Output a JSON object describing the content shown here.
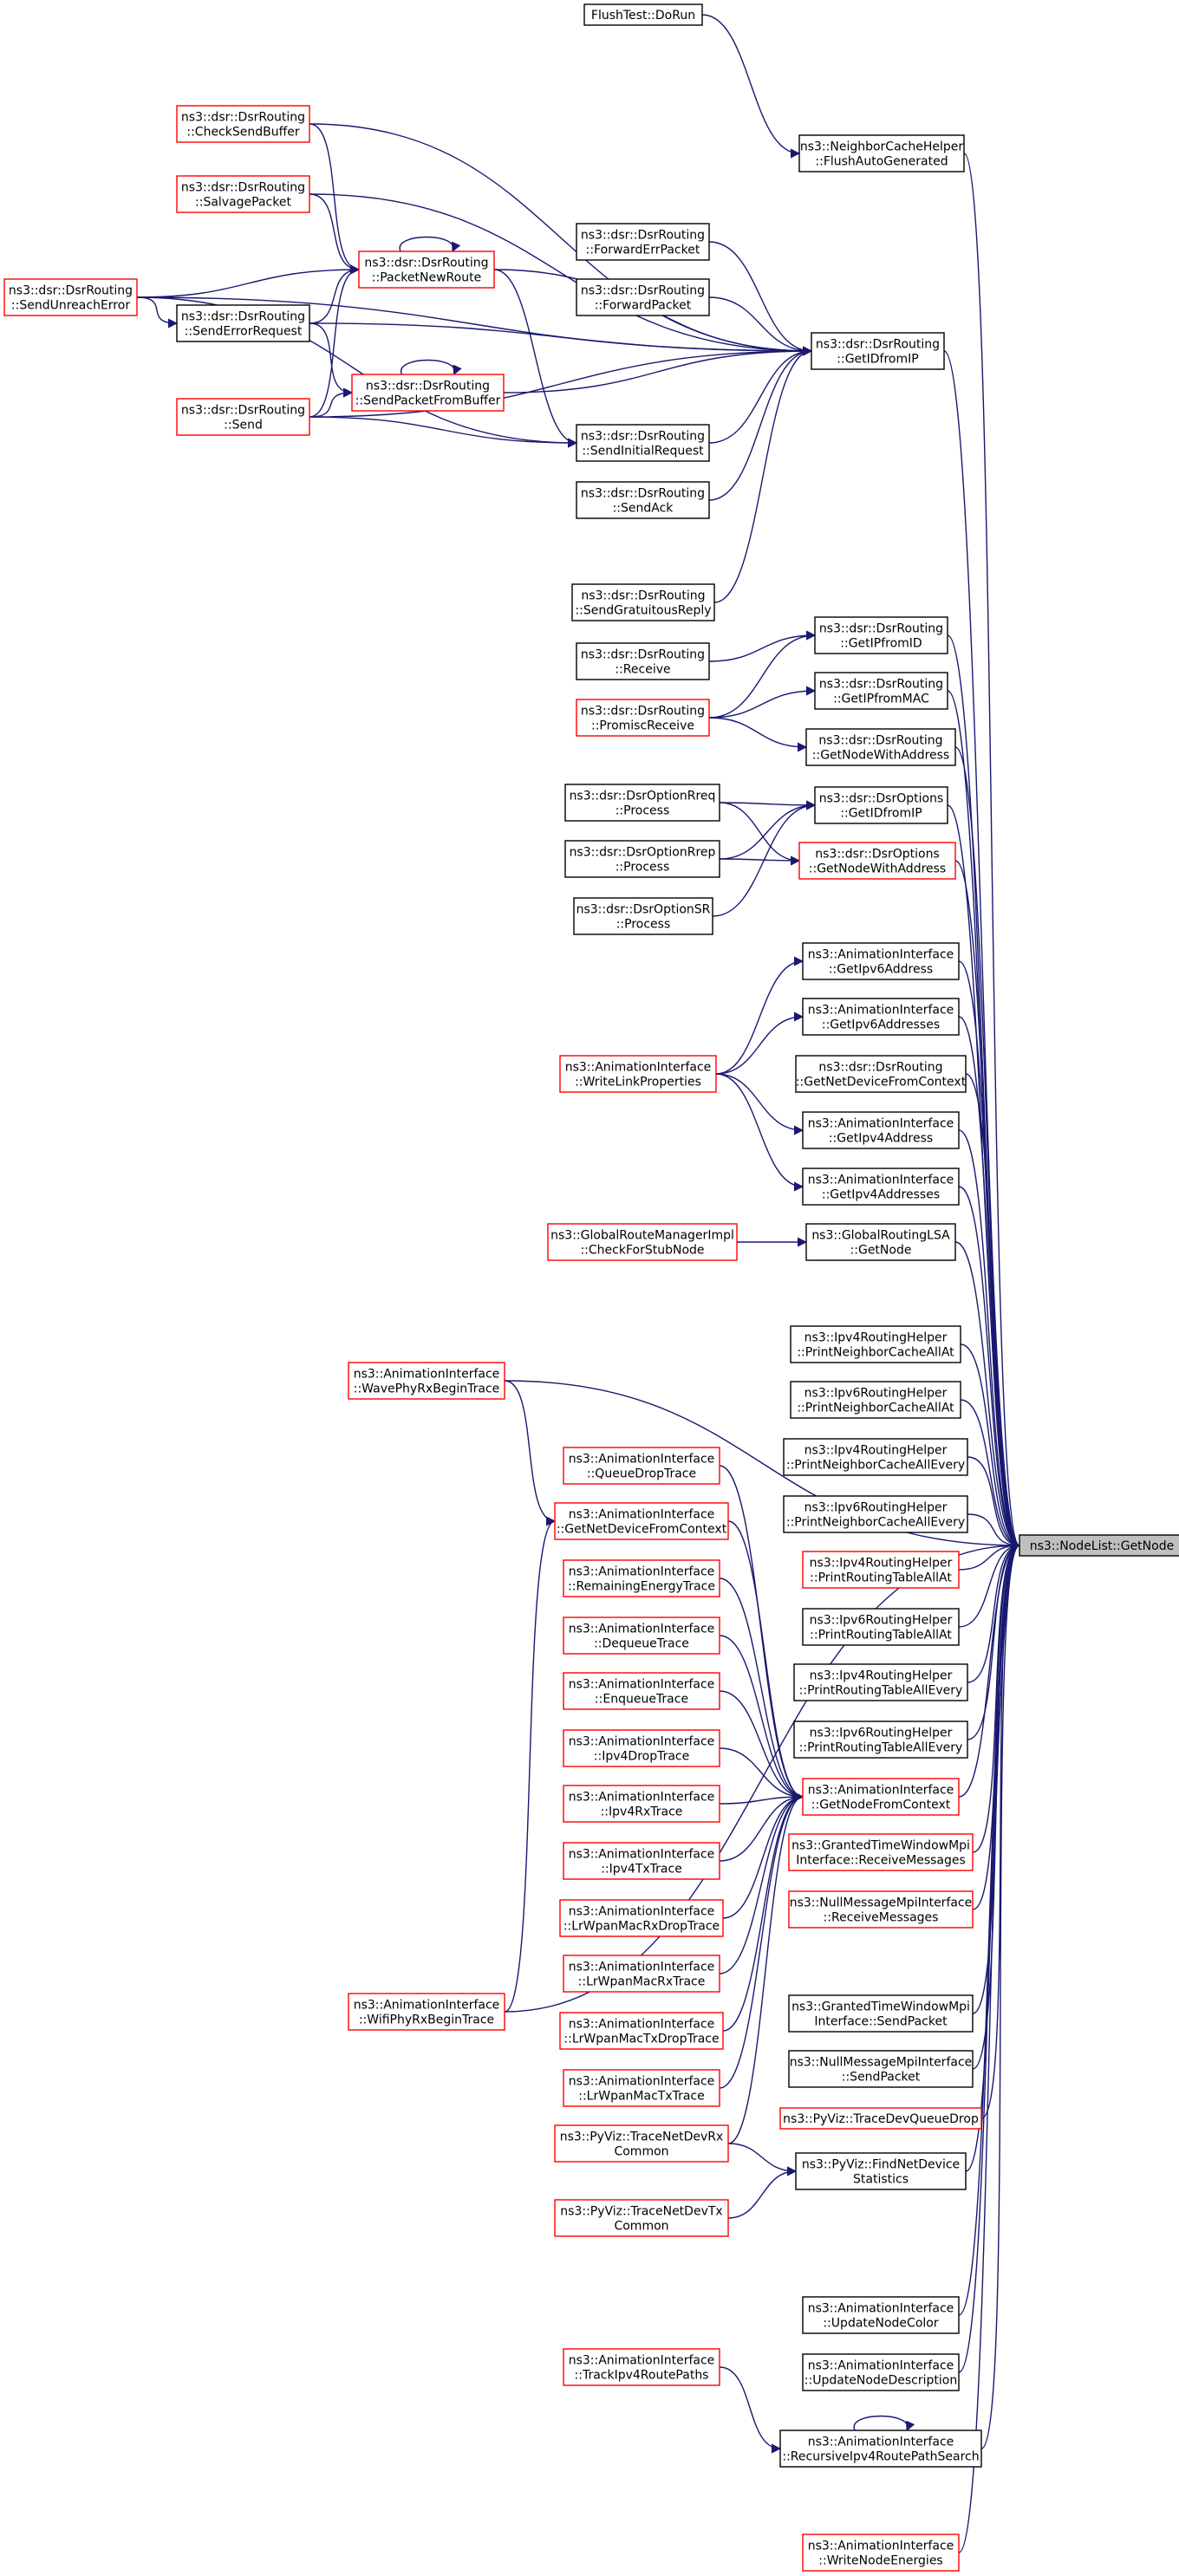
{
  "colors": {
    "edge": "#191970",
    "border_black": "#000000",
    "border_red": "#ff0000",
    "target_fill": "#bfbfbf"
  },
  "target": {
    "id": "target",
    "lines": [
      "ns3::NodeList::GetNode"
    ]
  },
  "nodes": [
    {
      "id": "flushtest",
      "lines": [
        "FlushTest::DoRun"
      ],
      "border": "black"
    },
    {
      "id": "nch_flush",
      "lines": [
        "ns3::NeighborCacheHelper",
        "::FlushAutoGenerated"
      ],
      "border": "black"
    },
    {
      "id": "dsr_checksendbuffer",
      "lines": [
        "ns3::dsr::DsrRouting",
        "::CheckSendBuffer"
      ],
      "border": "red"
    },
    {
      "id": "dsr_salvagepacket",
      "lines": [
        "ns3::dsr::DsrRouting",
        "::SalvagePacket"
      ],
      "border": "red"
    },
    {
      "id": "dsr_sendunreacherror",
      "lines": [
        "ns3::dsr::DsrRouting",
        "::SendUnreachError"
      ],
      "border": "red"
    },
    {
      "id": "dsr_packetnewroute",
      "lines": [
        "ns3::dsr::DsrRouting",
        "::PacketNewRoute"
      ],
      "border": "red"
    },
    {
      "id": "dsr_forwarderrpacket",
      "lines": [
        "ns3::dsr::DsrRouting",
        "::ForwardErrPacket"
      ],
      "border": "black"
    },
    {
      "id": "dsr_forwardpacket",
      "lines": [
        "ns3::dsr::DsrRouting",
        "::ForwardPacket"
      ],
      "border": "black"
    },
    {
      "id": "dsr_senderrorrequest",
      "lines": [
        "ns3::dsr::DsrRouting",
        "::SendErrorRequest"
      ],
      "border": "black"
    },
    {
      "id": "dsr_getidfromip",
      "lines": [
        "ns3::dsr::DsrRouting",
        "::GetIDfromIP"
      ],
      "border": "black"
    },
    {
      "id": "dsr_sendpacketfrombuffer",
      "lines": [
        "ns3::dsr::DsrRouting",
        "::SendPacketFromBuffer"
      ],
      "border": "red"
    },
    {
      "id": "dsr_send",
      "lines": [
        "ns3::dsr::DsrRouting",
        "::Send"
      ],
      "border": "red"
    },
    {
      "id": "dsr_sendinitialrequest",
      "lines": [
        "ns3::dsr::DsrRouting",
        "::SendInitialRequest"
      ],
      "border": "black"
    },
    {
      "id": "dsr_sendack",
      "lines": [
        "ns3::dsr::DsrRouting",
        "::SendAck"
      ],
      "border": "black"
    },
    {
      "id": "dsr_sendgratuitousreply",
      "lines": [
        "ns3::dsr::DsrRouting",
        "::SendGratuitousReply"
      ],
      "border": "black"
    },
    {
      "id": "dsr_getipfromid",
      "lines": [
        "ns3::dsr::DsrRouting",
        "::GetIPfromID"
      ],
      "border": "black"
    },
    {
      "id": "dsr_receive",
      "lines": [
        "ns3::dsr::DsrRouting",
        "::Receive"
      ],
      "border": "black"
    },
    {
      "id": "dsr_getipfrommac",
      "lines": [
        "ns3::dsr::DsrRouting",
        "::GetIPfromMAC"
      ],
      "border": "black"
    },
    {
      "id": "dsr_promiscreceive",
      "lines": [
        "ns3::dsr::DsrRouting",
        "::PromiscReceive"
      ],
      "border": "red"
    },
    {
      "id": "dsr_getnodewithaddress",
      "lines": [
        "ns3::dsr::DsrRouting",
        "::GetNodeWithAddress"
      ],
      "border": "black"
    },
    {
      "id": "dsropt_getidfromip",
      "lines": [
        "ns3::dsr::DsrOptions",
        "::GetIDfromIP"
      ],
      "border": "black"
    },
    {
      "id": "dsroptrreq_process",
      "lines": [
        "ns3::dsr::DsrOptionRreq",
        "::Process"
      ],
      "border": "black"
    },
    {
      "id": "dsroptrrep_process",
      "lines": [
        "ns3::dsr::DsrOptionRrep",
        "::Process"
      ],
      "border": "black"
    },
    {
      "id": "dsropt_getnodewithaddress",
      "lines": [
        "ns3::dsr::DsrOptions",
        "::GetNodeWithAddress"
      ],
      "border": "red"
    },
    {
      "id": "dsroptsr_process",
      "lines": [
        "ns3::dsr::DsrOptionSR",
        "::Process"
      ],
      "border": "black"
    },
    {
      "id": "ai_getipv6address",
      "lines": [
        "ns3::AnimationInterface",
        "::GetIpv6Address"
      ],
      "border": "black"
    },
    {
      "id": "ai_getipv6addresses",
      "lines": [
        "ns3::AnimationInterface",
        "::GetIpv6Addresses"
      ],
      "border": "black"
    },
    {
      "id": "ai_writelinkproperties",
      "lines": [
        "ns3::AnimationInterface",
        "::WriteLinkProperties"
      ],
      "border": "red"
    },
    {
      "id": "dsr_getnetdevicefromcontext",
      "lines": [
        "ns3::dsr::DsrRouting",
        "::GetNetDeviceFromContext"
      ],
      "border": "black"
    },
    {
      "id": "ai_getipv4address",
      "lines": [
        "ns3::AnimationInterface",
        "::GetIpv4Address"
      ],
      "border": "black"
    },
    {
      "id": "ai_getipv4addresses",
      "lines": [
        "ns3::AnimationInterface",
        "::GetIpv4Addresses"
      ],
      "border": "black"
    },
    {
      "id": "grmi_checkforstubnode",
      "lines": [
        "ns3::GlobalRouteManagerImpl",
        "::CheckForStubNode"
      ],
      "border": "red"
    },
    {
      "id": "glsa_getnode",
      "lines": [
        "ns3::GlobalRoutingLSA",
        "::GetNode"
      ],
      "border": "black"
    },
    {
      "id": "ai_wavephyrxbegintrace",
      "lines": [
        "ns3::AnimationInterface",
        "::WavePhyRxBeginTrace"
      ],
      "border": "red"
    },
    {
      "id": "ipv4rh_pncaa",
      "lines": [
        "ns3::Ipv4RoutingHelper",
        "::PrintNeighborCacheAllAt"
      ],
      "border": "black"
    },
    {
      "id": "ipv6rh_pncaa",
      "lines": [
        "ns3::Ipv6RoutingHelper",
        "::PrintNeighborCacheAllAt"
      ],
      "border": "black"
    },
    {
      "id": "ai_queuedroptrace",
      "lines": [
        "ns3::AnimationInterface",
        "::QueueDropTrace"
      ],
      "border": "red"
    },
    {
      "id": "ipv4rh_pncae",
      "lines": [
        "ns3::Ipv4RoutingHelper",
        "::PrintNeighborCacheAllEvery"
      ],
      "border": "black"
    },
    {
      "id": "ai_getnetdevicefromcontext",
      "lines": [
        "ns3::AnimationInterface",
        "::GetNetDeviceFromContext"
      ],
      "border": "red"
    },
    {
      "id": "ipv6rh_pncae",
      "lines": [
        "ns3::Ipv6RoutingHelper",
        "::PrintNeighborCacheAllEvery"
      ],
      "border": "black"
    },
    {
      "id": "ai_remainingenergytrace",
      "lines": [
        "ns3::AnimationInterface",
        "::RemainingEnergyTrace"
      ],
      "border": "red"
    },
    {
      "id": "ipv4rh_prtaa",
      "lines": [
        "ns3::Ipv4RoutingHelper",
        "::PrintRoutingTableAllAt"
      ],
      "border": "red"
    },
    {
      "id": "ai_dequeuetrace",
      "lines": [
        "ns3::AnimationInterface",
        "::DequeueTrace"
      ],
      "border": "red"
    },
    {
      "id": "ipv6rh_prtaa",
      "lines": [
        "ns3::Ipv6RoutingHelper",
        "::PrintRoutingTableAllAt"
      ],
      "border": "black"
    },
    {
      "id": "ai_enqueuetrace",
      "lines": [
        "ns3::AnimationInterface",
        "::EnqueueTrace"
      ],
      "border": "red"
    },
    {
      "id": "ipv4rh_prtae",
      "lines": [
        "ns3::Ipv4RoutingHelper",
        "::PrintRoutingTableAllEvery"
      ],
      "border": "black"
    },
    {
      "id": "ai_ipv4droptrace",
      "lines": [
        "ns3::AnimationInterface",
        "::Ipv4DropTrace"
      ],
      "border": "red"
    },
    {
      "id": "ipv6rh_prtae",
      "lines": [
        "ns3::Ipv6RoutingHelper",
        "::PrintRoutingTableAllEvery"
      ],
      "border": "black"
    },
    {
      "id": "ai_ipv4rxtrace",
      "lines": [
        "ns3::AnimationInterface",
        "::Ipv4RxTrace"
      ],
      "border": "red"
    },
    {
      "id": "ai_getnodefromcontext",
      "lines": [
        "ns3::AnimationInterface",
        "::GetNodeFromContext"
      ],
      "border": "red"
    },
    {
      "id": "ai_ipv4txtrace",
      "lines": [
        "ns3::AnimationInterface",
        "::Ipv4TxTrace"
      ],
      "border": "red"
    },
    {
      "id": "gtw_receivemessages",
      "lines": [
        "ns3::GrantedTimeWindowMpi",
        "Interface::ReceiveMessages"
      ],
      "border": "red"
    },
    {
      "id": "ai_lrwpanmacrxdroptrace",
      "lines": [
        "ns3::AnimationInterface",
        "::LrWpanMacRxDropTrace"
      ],
      "border": "red"
    },
    {
      "id": "nmm_receivemessages",
      "lines": [
        "ns3::NullMessageMpiInterface",
        "::ReceiveMessages"
      ],
      "border": "red"
    },
    {
      "id": "ai_lrwpanmacrxtrace",
      "lines": [
        "ns3::AnimationInterface",
        "::LrWpanMacRxTrace"
      ],
      "border": "red"
    },
    {
      "id": "ai_wifiphyrxbegintrace",
      "lines": [
        "ns3::AnimationInterface",
        "::WifiPhyRxBeginTrace"
      ],
      "border": "red"
    },
    {
      "id": "gtw_sendpacket",
      "lines": [
        "ns3::GrantedTimeWindowMpi",
        "Interface::SendPacket"
      ],
      "border": "black"
    },
    {
      "id": "ai_lrwpanmactxdroptrace",
      "lines": [
        "ns3::AnimationInterface",
        "::LrWpanMacTxDropTrace"
      ],
      "border": "red"
    },
    {
      "id": "nmm_sendpacket",
      "lines": [
        "ns3::NullMessageMpiInterface",
        "::SendPacket"
      ],
      "border": "black"
    },
    {
      "id": "ai_lrwpanmactxtrace",
      "lines": [
        "ns3::AnimationInterface",
        "::LrWpanMacTxTrace"
      ],
      "border": "red"
    },
    {
      "id": "pyviz_tracedevqueuedrop",
      "lines": [
        "ns3::PyViz::TraceDevQueueDrop"
      ],
      "border": "red"
    },
    {
      "id": "pyviz_tracenetdevrxcommon",
      "lines": [
        "ns3::PyViz::TraceNetDevRx",
        "Common"
      ],
      "border": "red"
    },
    {
      "id": "pyviz_findnetdevicestatistics",
      "lines": [
        "ns3::PyViz::FindNetDevice",
        "Statistics"
      ],
      "border": "black"
    },
    {
      "id": "pyviz_tracenetdevtxcommon",
      "lines": [
        "ns3::PyViz::TraceNetDevTx",
        "Common"
      ],
      "border": "red"
    },
    {
      "id": "ai_updatenodecolor",
      "lines": [
        "ns3::AnimationInterface",
        "::UpdateNodeColor"
      ],
      "border": "black"
    },
    {
      "id": "ai_trackipv4routepaths",
      "lines": [
        "ns3::AnimationInterface",
        "::TrackIpv4RoutePaths"
      ],
      "border": "red"
    },
    {
      "id": "ai_updatenodedescription",
      "lines": [
        "ns3::AnimationInterface",
        "::UpdateNodeDescription"
      ],
      "border": "black"
    },
    {
      "id": "ai_recursiveipv4routepathsearch",
      "lines": [
        "ns3::AnimationInterface",
        "::RecursiveIpv4RoutePathSearch"
      ],
      "border": "black"
    },
    {
      "id": "ai_writenodeenergies",
      "lines": [
        "ns3::AnimationInterface",
        "::WriteNodeEnergies"
      ],
      "border": "red"
    }
  ],
  "edges": [
    [
      "nch_flush",
      "flushtest"
    ],
    [
      "target",
      "nch_flush"
    ],
    [
      "target",
      "dsr_getidfromip"
    ],
    [
      "target",
      "dsr_getipfromid"
    ],
    [
      "target",
      "dsr_getipfrommac"
    ],
    [
      "target",
      "dsr_getnodewithaddress"
    ],
    [
      "target",
      "dsropt_getidfromip"
    ],
    [
      "target",
      "dsropt_getnodewithaddress"
    ],
    [
      "target",
      "ai_getipv6address"
    ],
    [
      "target",
      "ai_getipv6addresses"
    ],
    [
      "target",
      "dsr_getnetdevicefromcontext"
    ],
    [
      "target",
      "ai_getipv4address"
    ],
    [
      "target",
      "ai_getipv4addresses"
    ],
    [
      "target",
      "glsa_getnode"
    ],
    [
      "target",
      "ai_wavephyrxbegintrace"
    ],
    [
      "target",
      "ipv4rh_pncaa"
    ],
    [
      "target",
      "ipv6rh_pncaa"
    ],
    [
      "target",
      "ipv4rh_pncae"
    ],
    [
      "target",
      "ipv6rh_pncae"
    ],
    [
      "target",
      "ipv4rh_prtaa"
    ],
    [
      "target",
      "ipv6rh_prtaa"
    ],
    [
      "target",
      "ipv4rh_prtae"
    ],
    [
      "target",
      "ipv6rh_prtae"
    ],
    [
      "target",
      "ai_getnodefromcontext"
    ],
    [
      "target",
      "gtw_receivemessages"
    ],
    [
      "target",
      "nmm_receivemessages"
    ],
    [
      "target",
      "ai_wifiphyrxbegintrace"
    ],
    [
      "target",
      "gtw_sendpacket"
    ],
    [
      "target",
      "nmm_sendpacket"
    ],
    [
      "target",
      "pyviz_tracedevqueuedrop"
    ],
    [
      "target",
      "pyviz_findnetdevicestatistics"
    ],
    [
      "target",
      "ai_updatenodecolor"
    ],
    [
      "target",
      "ai_updatenodedescription"
    ],
    [
      "target",
      "ai_recursiveipv4routepathsearch"
    ],
    [
      "target",
      "ai_writenodeenergies"
    ],
    [
      "dsr_getidfromip",
      "dsr_checksendbuffer"
    ],
    [
      "dsr_getidfromip",
      "dsr_salvagepacket"
    ],
    [
      "dsr_getidfromip",
      "dsr_sendunreacherror"
    ],
    [
      "dsr_getidfromip",
      "dsr_packetnewroute"
    ],
    [
      "dsr_getidfromip",
      "dsr_forwarderrpacket"
    ],
    [
      "dsr_getidfromip",
      "dsr_forwardpacket"
    ],
    [
      "dsr_getidfromip",
      "dsr_senderrorrequest"
    ],
    [
      "dsr_getidfromip",
      "dsr_sendpacketfrombuffer"
    ],
    [
      "dsr_getidfromip",
      "dsr_sendinitialrequest"
    ],
    [
      "dsr_getidfromip",
      "dsr_sendack"
    ],
    [
      "dsr_getidfromip",
      "dsr_sendgratuitousreply"
    ],
    [
      "dsr_getidfromip",
      "dsr_send"
    ],
    [
      "dsr_packetnewroute",
      "dsr_checksendbuffer"
    ],
    [
      "dsr_packetnewroute",
      "dsr_salvagepacket"
    ],
    [
      "dsr_packetnewroute",
      "dsr_sendunreacherror"
    ],
    [
      "dsr_packetnewroute",
      "dsr_senderrorrequest"
    ],
    [
      "dsr_packetnewroute",
      "dsr_send"
    ],
    [
      "dsr_packetnewroute",
      "dsr_packetnewroute"
    ],
    [
      "dsr_senderrorrequest",
      "dsr_sendunreacherror"
    ],
    [
      "dsr_sendpacketfrombuffer",
      "dsr_senderrorrequest"
    ],
    [
      "dsr_sendpacketfrombuffer",
      "dsr_send"
    ],
    [
      "dsr_sendpacketfrombuffer",
      "dsr_sendpacketfrombuffer"
    ],
    [
      "dsr_sendinitialrequest",
      "dsr_packetnewroute"
    ],
    [
      "dsr_sendinitialrequest",
      "dsr_send"
    ],
    [
      "dsr_sendinitialrequest",
      "dsr_sendunreacherror"
    ],
    [
      "dsr_getipfromid",
      "dsr_promiscreceive"
    ],
    [
      "dsr_getipfromid",
      "dsr_receive"
    ],
    [
      "dsr_getipfrommac",
      "dsr_promiscreceive"
    ],
    [
      "dsr_getnodewithaddress",
      "dsr_promiscreceive"
    ],
    [
      "dsropt_getidfromip",
      "dsroptrreq_process"
    ],
    [
      "dsropt_getidfromip",
      "dsroptrrep_process"
    ],
    [
      "dsropt_getnodewithaddress",
      "dsroptrreq_process"
    ],
    [
      "dsropt_getnodewithaddress",
      "dsroptrrep_process"
    ],
    [
      "dsropt_getidfromip",
      "dsroptsr_process"
    ],
    [
      "ai_getipv6address",
      "ai_writelinkproperties"
    ],
    [
      "ai_getipv6addresses",
      "ai_writelinkproperties"
    ],
    [
      "ai_getipv4address",
      "ai_writelinkproperties"
    ],
    [
      "ai_getipv4addresses",
      "ai_writelinkproperties"
    ],
    [
      "glsa_getnode",
      "grmi_checkforstubnode"
    ],
    [
      "ai_getnetdevicefromcontext",
      "ai_wavephyrxbegintrace"
    ],
    [
      "ai_getnetdevicefromcontext",
      "ai_wifiphyrxbegintrace"
    ],
    [
      "ai_getnodefromcontext",
      "ai_queuedroptrace"
    ],
    [
      "ai_getnodefromcontext",
      "ai_getnetdevicefromcontext"
    ],
    [
      "ai_getnodefromcontext",
      "ai_remainingenergytrace"
    ],
    [
      "ai_getnodefromcontext",
      "ai_dequeuetrace"
    ],
    [
      "ai_getnodefromcontext",
      "ai_enqueuetrace"
    ],
    [
      "ai_getnodefromcontext",
      "ai_ipv4droptrace"
    ],
    [
      "ai_getnodefromcontext",
      "ai_ipv4rxtrace"
    ],
    [
      "ai_getnodefromcontext",
      "ai_ipv4txtrace"
    ],
    [
      "ai_getnodefromcontext",
      "ai_lrwpanmacrxdroptrace"
    ],
    [
      "ai_getnodefromcontext",
      "ai_lrwpanmacrxtrace"
    ],
    [
      "ai_getnodefromcontext",
      "ai_lrwpanmactxdroptrace"
    ],
    [
      "ai_getnodefromcontext",
      "ai_lrwpanmactxtrace"
    ],
    [
      "ai_getnodefromcontext",
      "pyviz_tracenetdevrxcommon"
    ],
    [
      "pyviz_findnetdevicestatistics",
      "pyviz_tracenetdevrxcommon"
    ],
    [
      "pyviz_findnetdevicestatistics",
      "pyviz_tracenetdevtxcommon"
    ],
    [
      "ai_recursiveipv4routepathsearch",
      "ai_trackipv4routepaths"
    ],
    [
      "ai_recursiveipv4routepathsearch",
      "ai_recursiveipv4routepathsearch"
    ]
  ]
}
